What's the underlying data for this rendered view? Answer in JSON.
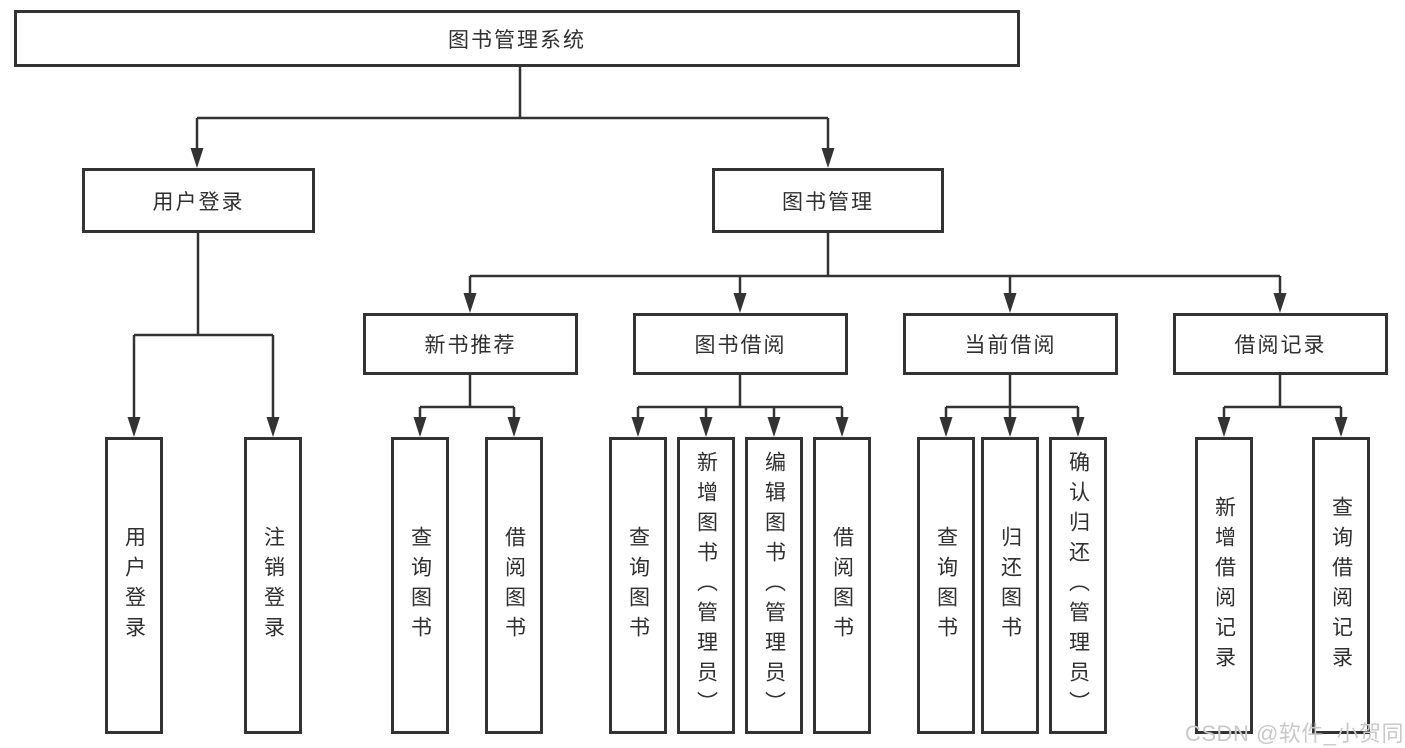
{
  "diagram_type": "functional-structure-tree",
  "colors": {
    "line": "#333333",
    "box_border": "#333333",
    "box_background": "#ffffff",
    "text": "#2f2f2f",
    "watermark": "#c9c9c9",
    "background": "#ffffff"
  },
  "tree": {
    "root": {
      "label": "图书管理系统",
      "children": [
        {
          "label": "用户登录",
          "children": [
            {
              "label": "用户登录"
            },
            {
              "label": "注销登录"
            }
          ]
        },
        {
          "label": "图书管理",
          "children": [
            {
              "label": "新书推荐",
              "children": [
                {
                  "label": "查询图书"
                },
                {
                  "label": "借阅图书"
                }
              ]
            },
            {
              "label": "图书借阅",
              "children": [
                {
                  "label": "查询图书"
                },
                {
                  "label": "新增图书（管理员）"
                },
                {
                  "label": "编辑图书（管理员）"
                },
                {
                  "label": "借阅图书"
                }
              ]
            },
            {
              "label": "当前借阅",
              "children": [
                {
                  "label": "查询图书"
                },
                {
                  "label": "归还图书"
                },
                {
                  "label": "确认归还（管理员）"
                }
              ]
            },
            {
              "label": "借阅记录",
              "children": [
                {
                  "label": "新增借阅记录"
                },
                {
                  "label": "查询借阅记录"
                }
              ]
            }
          ]
        }
      ]
    }
  },
  "watermark": {
    "text": "CSDN @软件_小贺同学"
  }
}
